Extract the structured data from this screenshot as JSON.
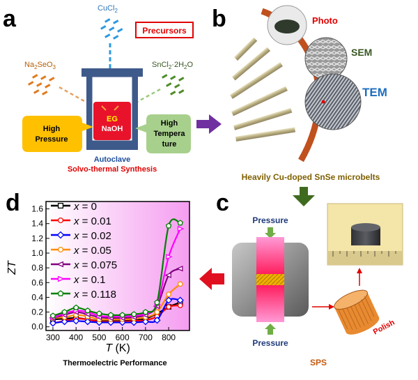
{
  "panels": {
    "a": {
      "letter": "a",
      "cucl2": "CuCl",
      "cucl2_sub": "2",
      "precursors": "Precursors",
      "na2seo3_a": "Na",
      "na2seo3_b": "2",
      "na2seo3_c": "SeO",
      "na2seo3_d": "3",
      "sncl2_a": "SnCl",
      "sncl2_b": "2",
      "sncl2_c": "·2H",
      "sncl2_d": "2",
      "sncl2_e": "O",
      "eg": "EG",
      "naoh": "NaOH",
      "high_pressure_1": "High",
      "high_pressure_2": "Pressure",
      "high_temp_1": "High",
      "high_temp_2": "Tempera",
      "high_temp_3": "ture",
      "autoclave": "Autoclave",
      "synthesis": "Solvo-thermal Synthesis"
    },
    "b": {
      "letter": "b",
      "photo": "Photo",
      "sem": "SEM",
      "tem": "TEM",
      "caption": "Heavily Cu-doped SnSe microbelts"
    },
    "c": {
      "letter": "c",
      "pressure_top": "Pressure",
      "pressure_bottom": "Pressure",
      "polish": "Polish",
      "caption": "SPS"
    },
    "d": {
      "letter": "d",
      "caption": "Thermoelectric Performance"
    }
  },
  "colors": {
    "autoclave_body": "#3e5a8a",
    "liner_red": "#e8132a",
    "pressure_box": "#ffc000",
    "temperature_box": "#a8d08d",
    "plot_bg_left": "#ffffff",
    "plot_bg_right": "#f59df0",
    "purple_arrow": "#7030a0",
    "green_arrow": "#3f6b1f",
    "red_arrow": "#e01020"
  },
  "chart_data": {
    "type": "line",
    "xlabel_italic": "T",
    "xlabel_unit": " (K)",
    "ylabel": "ZT",
    "xlim": [
      270,
      890
    ],
    "ylim": [
      -0.05,
      1.7
    ],
    "xticks": [
      300,
      400,
      500,
      600,
      700,
      800
    ],
    "yticks": [
      0.0,
      0.2,
      0.4,
      0.6,
      0.8,
      1.0,
      1.2,
      1.4,
      1.6
    ],
    "ytick_labels": [
      "0.0",
      "0.2",
      "0.4",
      "0.6",
      "0.8",
      "1.0",
      "1.2",
      "1.4",
      "1.6"
    ],
    "legend_position": "top-left",
    "x": [
      300,
      350,
      400,
      450,
      500,
      550,
      600,
      650,
      700,
      750,
      800,
      850
    ],
    "series": [
      {
        "name": "x = 0",
        "legend_var": "x",
        "legend_val": " = 0",
        "color": "#000000",
        "marker": "square",
        "values": [
          0.1,
          0.11,
          0.12,
          0.1,
          0.08,
          0.08,
          0.08,
          0.09,
          0.11,
          0.18,
          0.27,
          0.33
        ]
      },
      {
        "name": "x = 0.01",
        "legend_var": "x",
        "legend_val": " = 0.01",
        "color": "#ff0000",
        "marker": "circle",
        "values": [
          0.05,
          0.08,
          0.11,
          0.1,
          0.07,
          0.07,
          0.07,
          0.08,
          0.09,
          0.14,
          0.27,
          0.29
        ]
      },
      {
        "name": "x = 0.02",
        "legend_var": "x",
        "legend_val": " = 0.02",
        "color": "#0000ff",
        "marker": "diamond",
        "values": [
          0.05,
          0.07,
          0.08,
          0.07,
          0.06,
          0.06,
          0.06,
          0.06,
          0.07,
          0.09,
          0.36,
          0.36
        ]
      },
      {
        "name": "x = 0.05",
        "legend_var": "x",
        "legend_val": " = 0.05",
        "color": "#ff8c00",
        "marker": "circle",
        "values": [
          0.12,
          0.13,
          0.16,
          0.14,
          0.1,
          0.1,
          0.1,
          0.11,
          0.13,
          0.2,
          0.44,
          0.58
        ]
      },
      {
        "name": "x = 0.075",
        "legend_var": "x",
        "legend_val": " = 0.075",
        "color": "#800080",
        "marker": "triangle-left",
        "values": [
          0.12,
          0.16,
          0.2,
          0.17,
          0.13,
          0.12,
          0.12,
          0.13,
          0.16,
          0.28,
          0.7,
          0.79
        ]
      },
      {
        "name": "x = 0.1",
        "legend_var": "x",
        "legend_val": " = 0.1",
        "color": "#ff00ff",
        "marker": "triangle-right",
        "values": [
          0.13,
          0.18,
          0.22,
          0.2,
          0.15,
          0.14,
          0.14,
          0.15,
          0.18,
          0.3,
          0.95,
          1.33
        ]
      },
      {
        "name": "x = 0.118",
        "legend_var": "x",
        "legend_val": " = 0.118",
        "color": "#008000",
        "marker": "pentagon",
        "values": [
          0.15,
          0.2,
          0.26,
          0.22,
          0.18,
          0.16,
          0.16,
          0.17,
          0.2,
          0.33,
          1.37,
          1.41
        ]
      }
    ]
  }
}
